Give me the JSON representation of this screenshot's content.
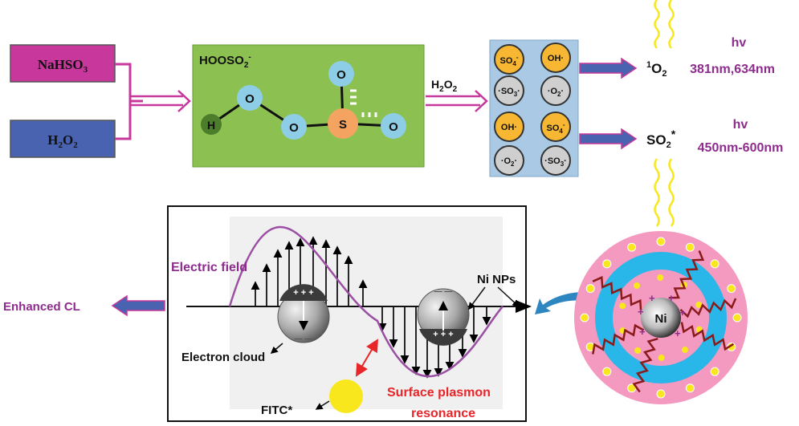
{
  "reactants": {
    "nahso3": {
      "base": "NaHSO",
      "sub": "3"
    },
    "h2o2": {
      "base": "H",
      "sub1": "2",
      "mid": "O",
      "sub2": "2"
    }
  },
  "intermediate": {
    "title_base": "HOOSO",
    "title_sub": "2",
    "title_sup": "-",
    "atoms": {
      "h": "H",
      "o": "O",
      "s": "S"
    }
  },
  "arrow_label": {
    "base": "H",
    "sub": "2",
    "tail": "O",
    "sub2": "2"
  },
  "radicals": {
    "so4": {
      "base": "SO",
      "sub": "4",
      "sup": "-"
    },
    "oh": "OH·",
    "so3": {
      "pre": "·",
      "base": "SO",
      "sub": "3",
      "post": "·"
    },
    "o2": {
      "pre": "·",
      "base": "O",
      "sub": "2",
      "post": "·"
    }
  },
  "emission_top": {
    "species": {
      "sup": "1",
      "base": "O",
      "sub": "2"
    },
    "hv": "hv",
    "wavelength": "381nm,634nm"
  },
  "emission_bottom": {
    "species": {
      "base": "SO",
      "sub": "2",
      "sup": "*"
    },
    "hv": "hv",
    "wavelength": "450nm-600nm"
  },
  "plasmon_box": {
    "electric_field": "Electric field",
    "ni_nps": "Ni NPs",
    "electron_cloud": "Electron cloud",
    "fitc": "FITC*",
    "spr_line1": "Surface plasmon",
    "spr_line2": "resonance",
    "plus_signs": "+ + +",
    "minus_signs": "— —"
  },
  "enhanced_cl": "Enhanced CL",
  "nanoparticle": {
    "label": "Ni",
    "plus": "+"
  },
  "colors": {
    "magenta": "#c7379c",
    "blue_box": "#4a63b0",
    "green": "#8cc152",
    "purple_text": "#8e2c8e",
    "red_text": "#e8262a",
    "panel_blue": "#a9c9e4",
    "light_blue_circle": "#8ecde6",
    "orange": "#f4a460",
    "yellow": "#f8e71c",
    "pink": "#f49ac1",
    "cyan_ring": "#29b6e8",
    "dark_red": "#8b1a1a"
  }
}
